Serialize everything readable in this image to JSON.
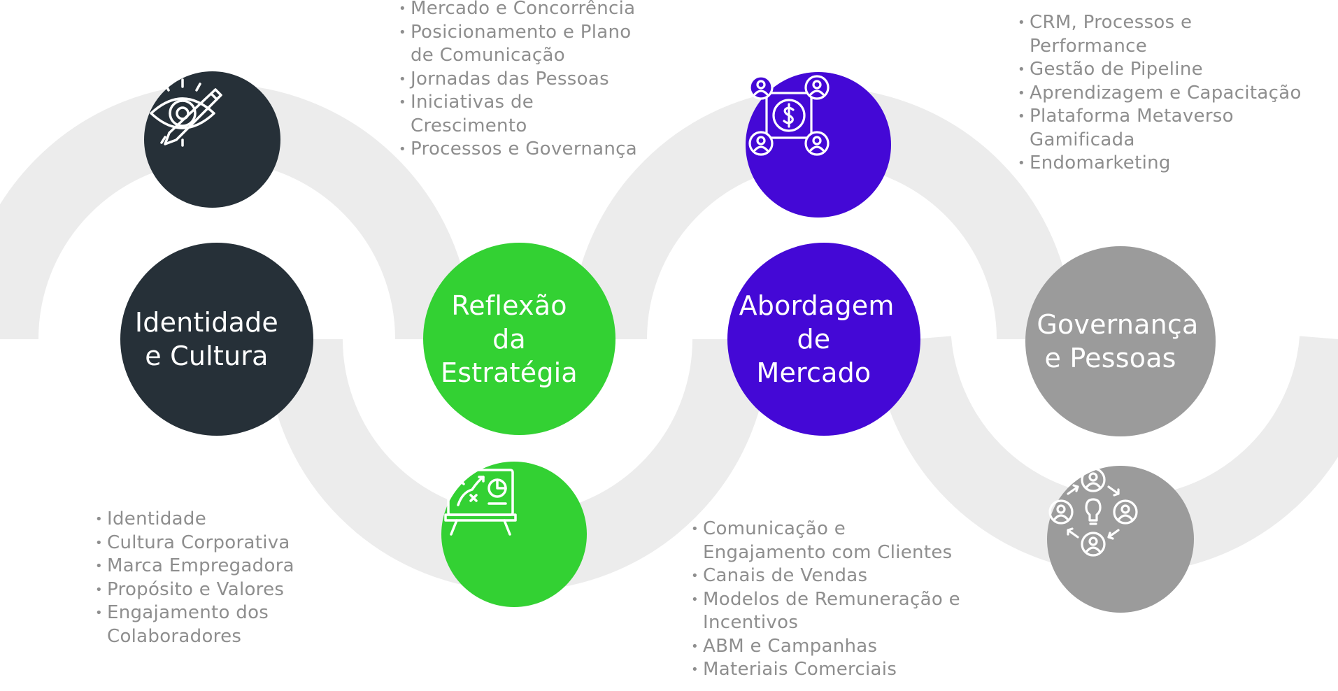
{
  "colors": {
    "dark": "#263038",
    "green": "#33d133",
    "purple": "#4408d6",
    "gray": "#9b9b9b",
    "band": "#ececec",
    "text": "#8e8e8e"
  },
  "stages": [
    {
      "title_line1": "Identidade",
      "title_line2": "e Cultura",
      "icon": "eye-pencil-icon",
      "bullets": [
        "Identidade",
        "Cultura Corporativa",
        "Marca Empregadora",
        "Propósito e Valores",
        "Engajamento dos",
        "Colaboradores"
      ]
    },
    {
      "title_line1": "Reflexão da",
      "title_line2": "Estratégia",
      "icon": "strategy-board-icon",
      "bullets": [
        "Mercado e Concorrência",
        "Posicionamento e Plano",
        "de Comunicação",
        "Jornadas das Pessoas",
        "Iniciativas de",
        "Crescimento",
        "Processos e Governança"
      ]
    },
    {
      "title_line1": "Abordagem",
      "title_line2": "de Mercado",
      "icon": "money-network-icon",
      "bullets": [
        "Comunicação e",
        "Engajamento com Clientes",
        "Canais de Vendas",
        "Modelos de Remuneração e",
        "Incentivos",
        "ABM e Campanhas",
        "Materiais Comerciais"
      ]
    },
    {
      "title_line1": "Governança",
      "title_line2": "e Pessoas",
      "icon": "team-idea-cycle-icon",
      "bullets": [
        "CRM, Processos e",
        "Performance",
        "Gestão de Pipeline",
        "Aprendizagem e Capacitação",
        "Plataforma Metaverso",
        "Gamificada",
        "Endomarketing"
      ]
    }
  ]
}
